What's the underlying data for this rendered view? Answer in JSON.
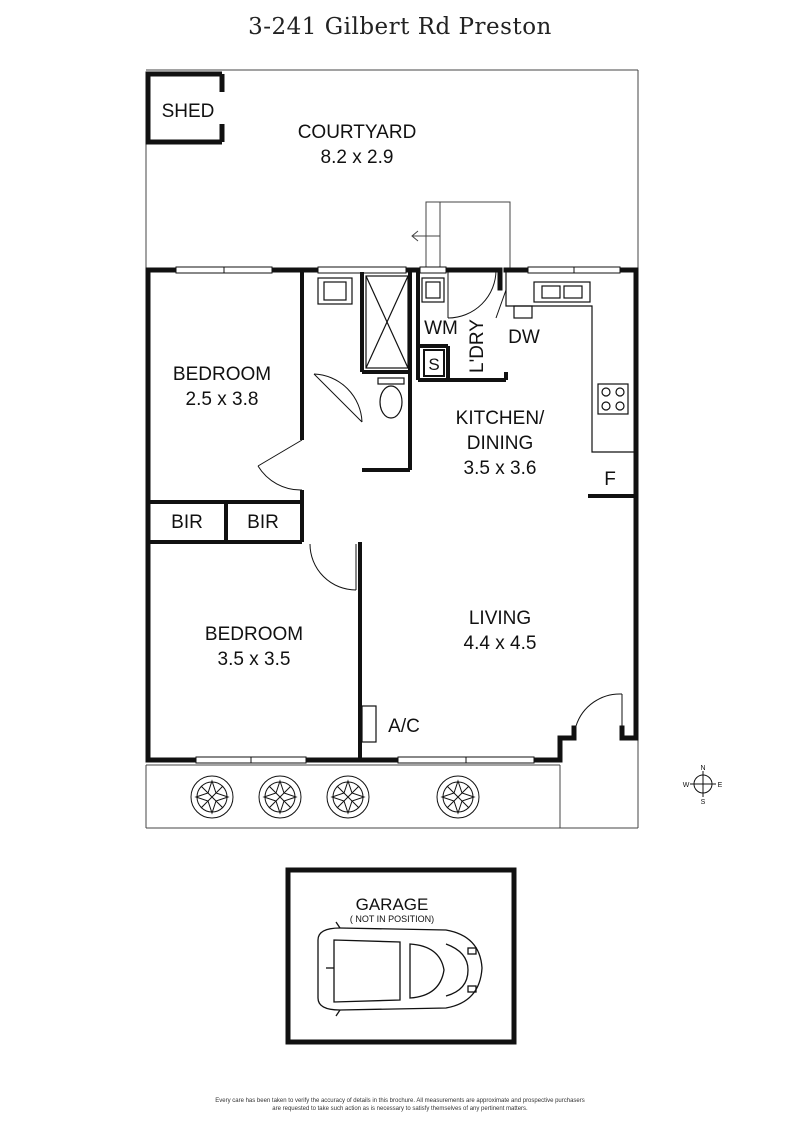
{
  "title": "3-241 Gilbert Rd Preston",
  "rooms": {
    "shed": "SHED",
    "courtyard": {
      "name": "COURTYARD",
      "dims": "8.2 x 2.9"
    },
    "bedroom1": {
      "name": "BEDROOM",
      "dims": "2.5 x 3.8"
    },
    "kitchen": {
      "name1": "KITCHEN/",
      "name2": "DINING",
      "dims": "3.5 x 3.6"
    },
    "bedroom2": {
      "name": "BEDROOM",
      "dims": "3.5 x 3.5"
    },
    "living": {
      "name": "LIVING",
      "dims": "4.4 x 4.5"
    },
    "bir1": "BIR",
    "bir2": "BIR",
    "wm": "WM",
    "s": "S",
    "laundry": "L'DRY",
    "dw": "DW",
    "fridge": "F",
    "ac": "A/C"
  },
  "garage": {
    "name": "GARAGE",
    "note": "( NOT IN POSITION)"
  },
  "compass": {
    "n": "N",
    "s": "S",
    "e": "E",
    "w": "W"
  },
  "disclaimer": {
    "line1": "Every care has been taken to verify the accuracy of details in this brochure. All measurements are approximate and prospective purchasers",
    "line2": "are requested to take such action as is necessary to satisfy themselves of any pertinent matters."
  }
}
